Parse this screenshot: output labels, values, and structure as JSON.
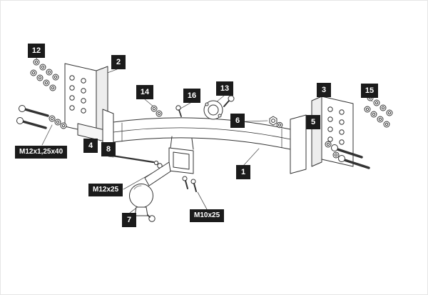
{
  "diagram": {
    "title": "towbar-assembly-exploded-diagram",
    "part_labels": {
      "1": "1",
      "2": "2",
      "3": "3",
      "4": "4",
      "5": "5",
      "6": "6",
      "7": "7",
      "8": "8",
      "12": "12",
      "13": "13",
      "14": "14",
      "15": "15",
      "16": "16"
    },
    "spec_labels": {
      "left_bolts": "M12x1,25x40",
      "ball_bolt": "M12x25",
      "receiver_bolts": "M10x25"
    },
    "colors": {
      "background": "#ffffff",
      "label_background": "#1b1b1b",
      "label_text": "#ffffff",
      "line": "#333333"
    }
  }
}
